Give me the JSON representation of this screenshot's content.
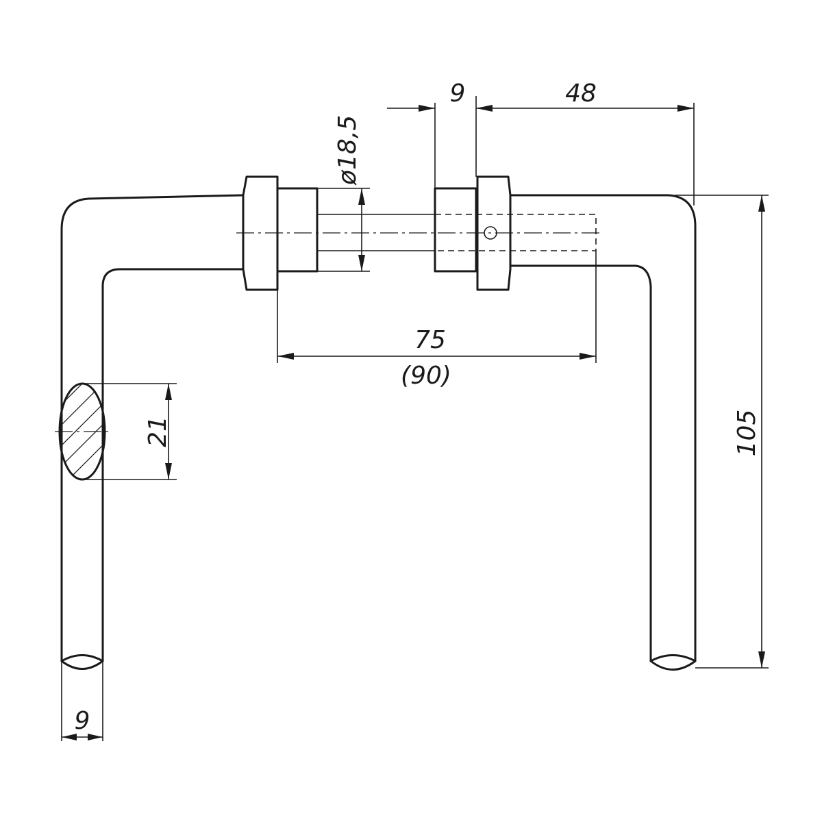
{
  "dimensions": {
    "rose_width": "9",
    "lever_offset": "48",
    "diameter": "ø18,5",
    "spacing": "75",
    "spacing_alt": "(90)",
    "grip_height": "21",
    "lever_drop": "105",
    "lever_width": "9"
  }
}
